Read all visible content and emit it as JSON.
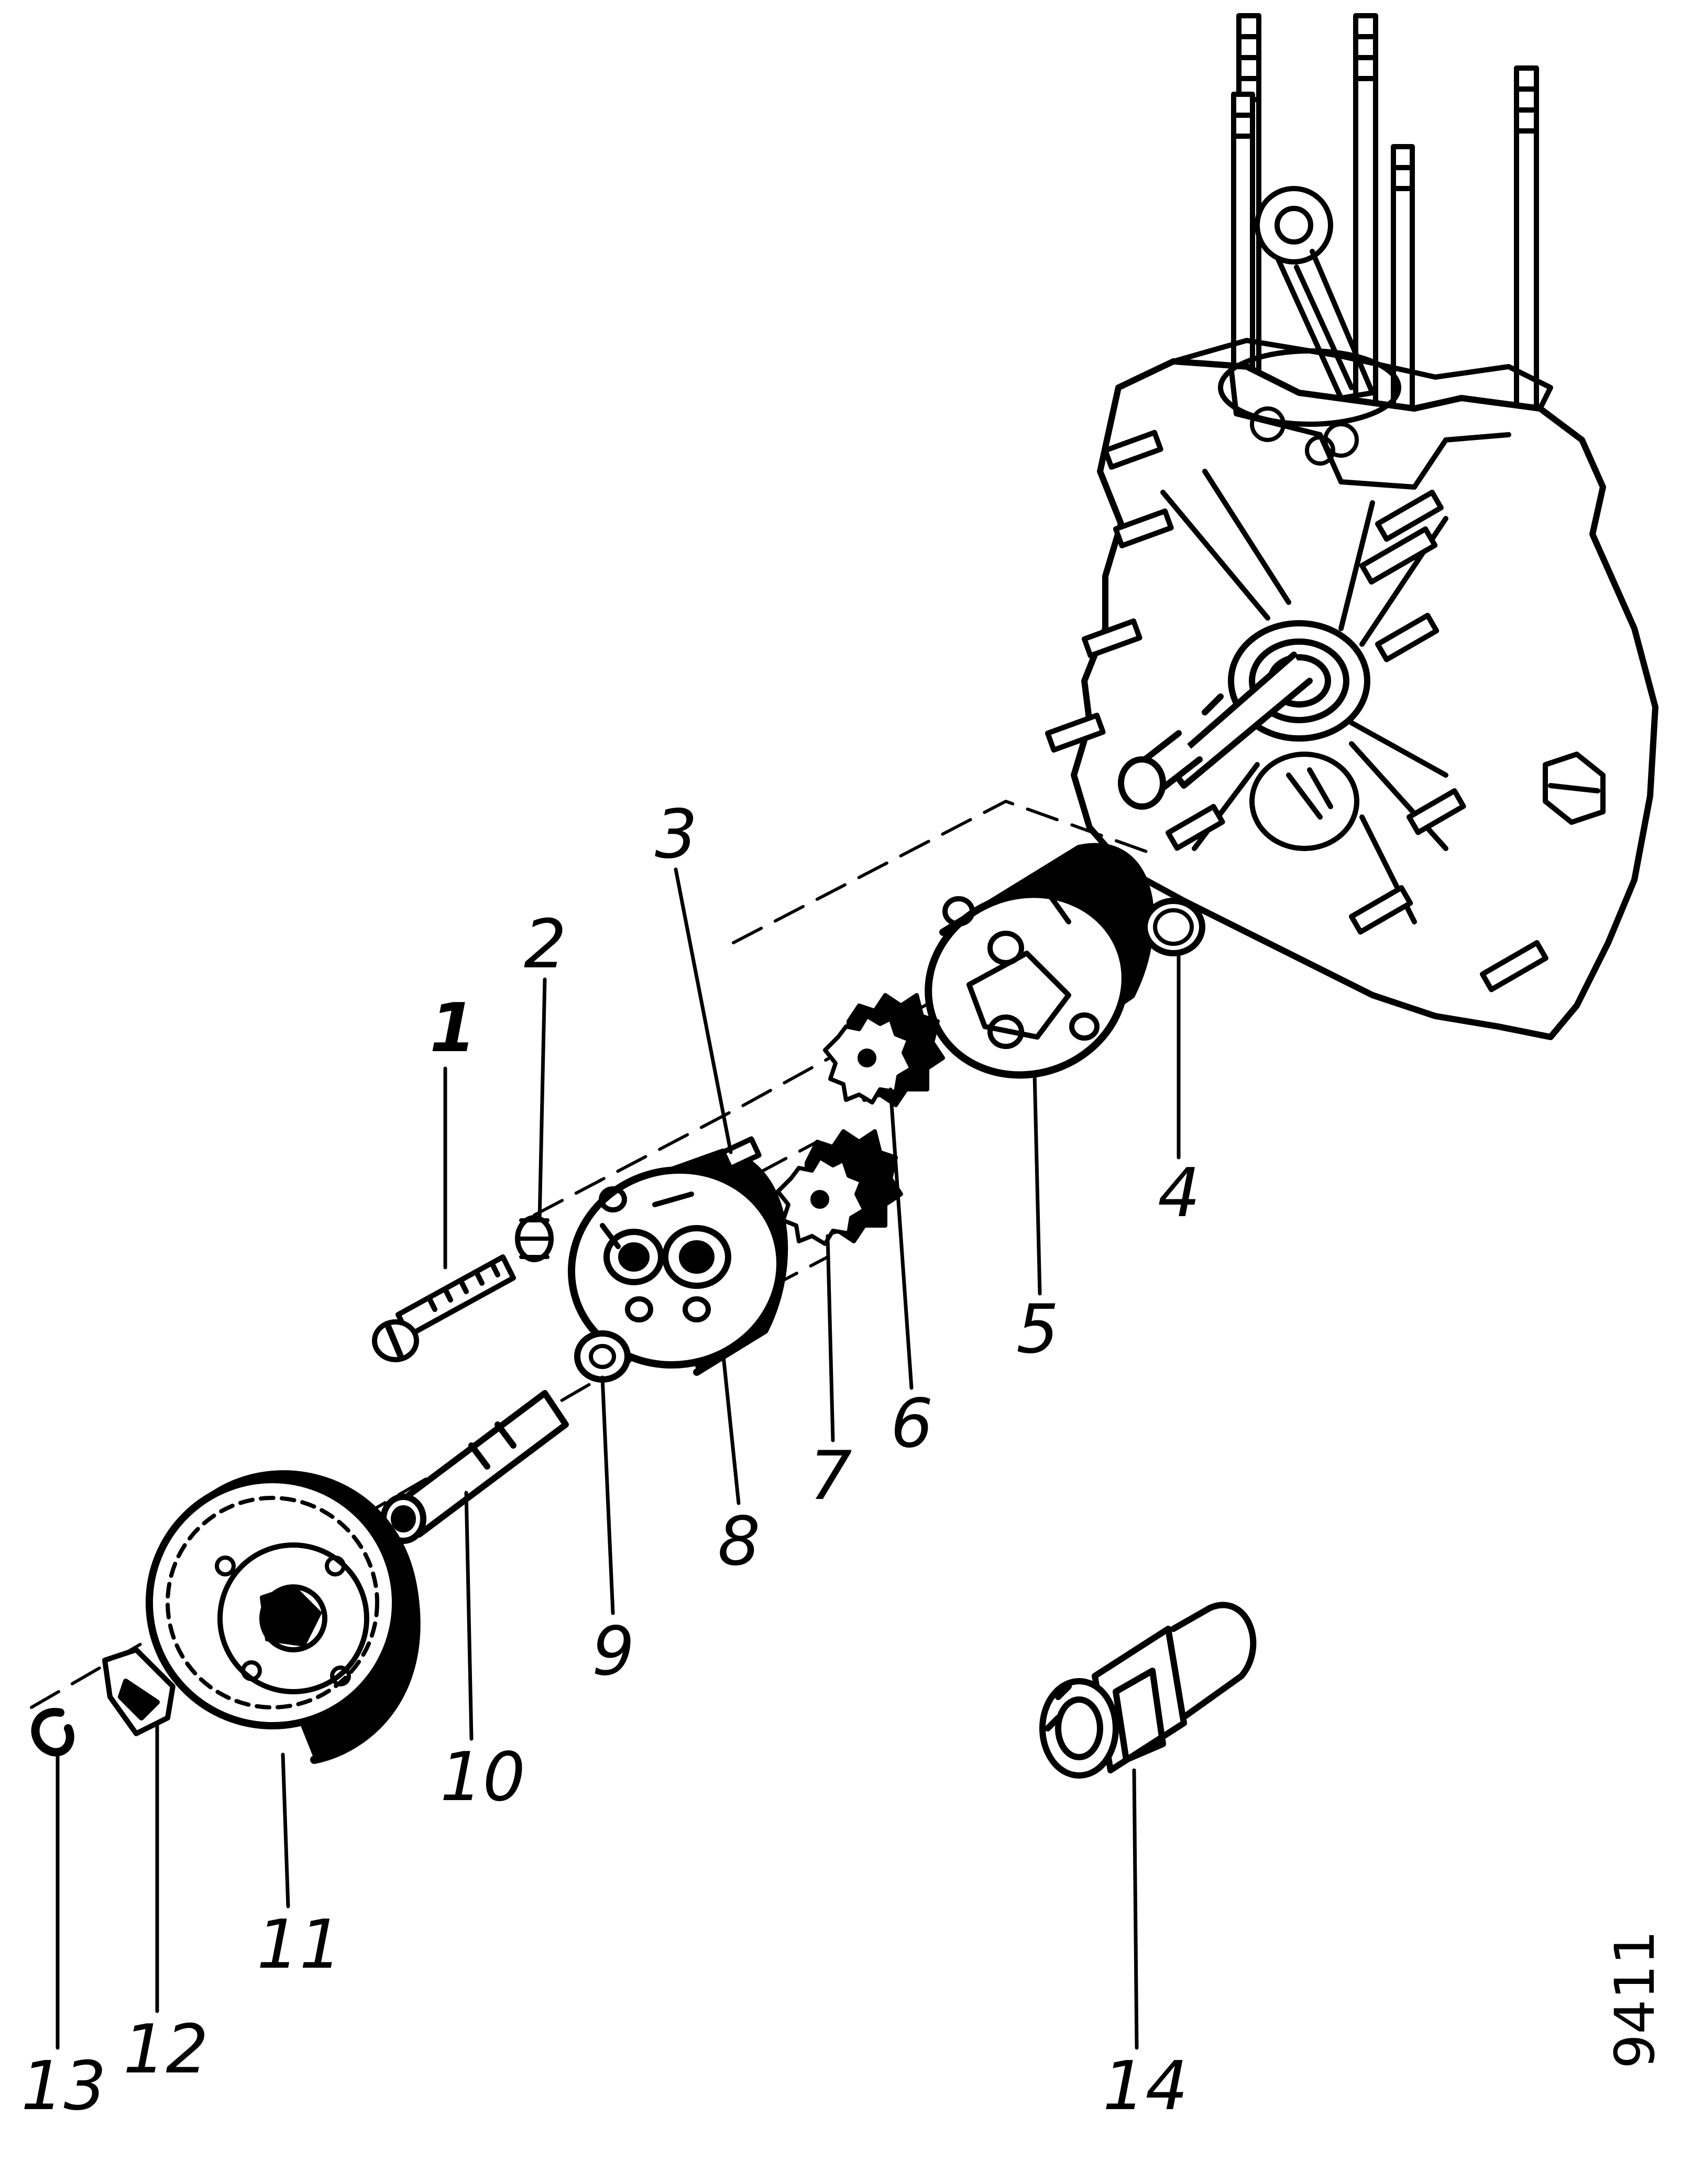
{
  "callouts": {
    "c1": "1",
    "c2": "2",
    "c3": "3",
    "c4": "4",
    "c5": "5",
    "c6": "6",
    "c7": "7",
    "c8": "8",
    "c9": "9",
    "c10": "10",
    "c11": "11",
    "c12": "12",
    "c13": "13",
    "c14": "14"
  },
  "drawing_number": "9411",
  "colors": {
    "ink": "#000000",
    "paper": "#ffffff"
  }
}
